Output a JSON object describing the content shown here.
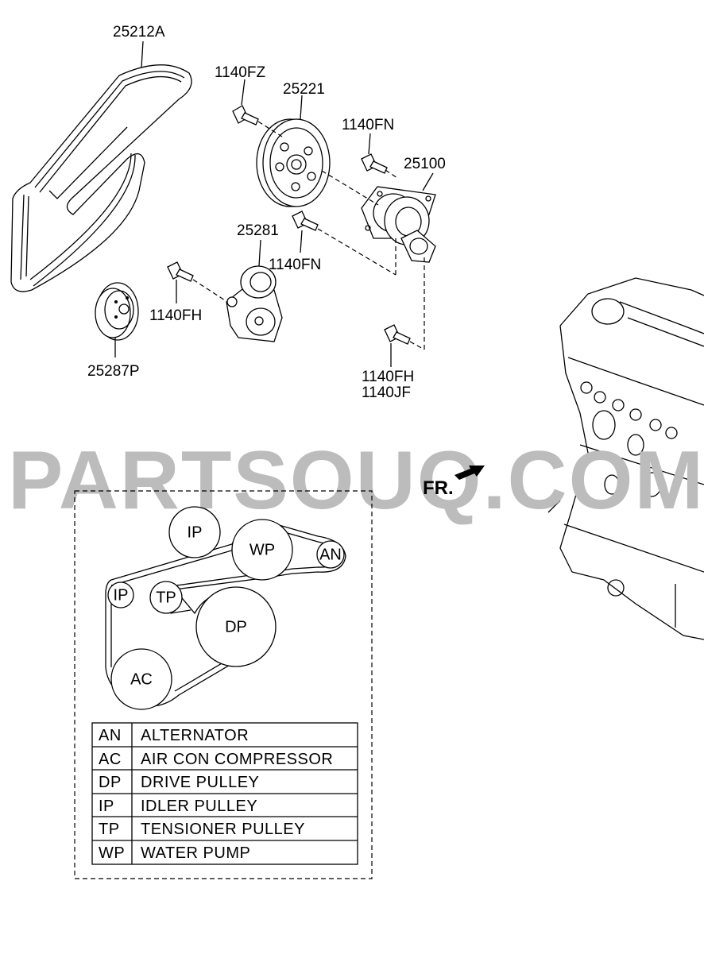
{
  "part_labels": {
    "belt": "25212A",
    "bolt_fz": "1140FZ",
    "pulley_wp": "25221",
    "bolt_fn_top": "1140FN",
    "water_pump": "25100",
    "tensioner": "25281",
    "bolt_fn_mid": "1140FN",
    "bolt_fh_left": "1140FH",
    "idler_pulley": "25287P",
    "bolt_fh_bottom": "1140FH",
    "bolt_jf_bottom": "1140JF"
  },
  "watermark": "PARTSOUQ.COM",
  "front_indicator": "FR.",
  "belt_routing": {
    "pulleys": {
      "ip_top": "IP",
      "wp": "WP",
      "an": "AN",
      "ip_left": "IP",
      "tp": "TP",
      "dp": "DP",
      "ac": "AC"
    },
    "legend": [
      {
        "code": "AN",
        "name": "ALTERNATOR"
      },
      {
        "code": "AC",
        "name": "AIR CON COMPRESSOR"
      },
      {
        "code": "DP",
        "name": "DRIVE PULLEY"
      },
      {
        "code": "IP",
        "name": "IDLER PULLEY"
      },
      {
        "code": "TP",
        "name": "TENSIONER PULLEY"
      },
      {
        "code": "WP",
        "name": "WATER PUMP"
      }
    ]
  }
}
